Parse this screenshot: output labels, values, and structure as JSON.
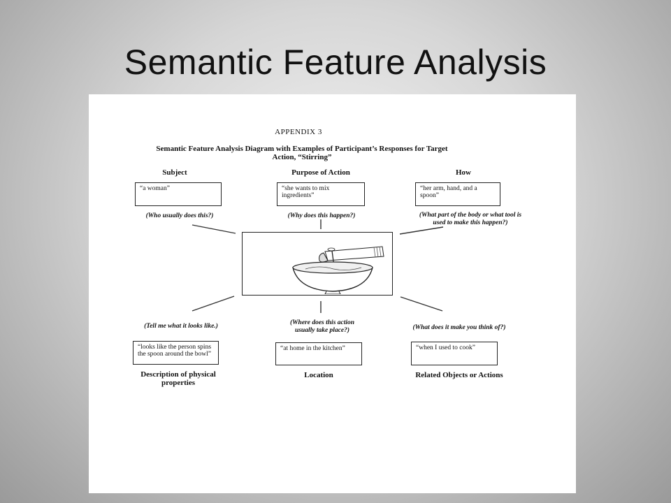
{
  "slide": {
    "title": "Semantic Feature Analysis"
  },
  "document": {
    "appendix": "APPENDIX 3",
    "heading_line1": "Semantic Feature Analysis Diagram with Examples of Participant’s Responses for Target",
    "heading_line2": "Action, “Stirring”"
  },
  "nodes": {
    "subject": {
      "label": "Subject",
      "response": "“a woman”",
      "question": "(Who usually does this?)"
    },
    "purpose": {
      "label": "Purpose of Action",
      "response": "“she wants to mix ingredients”",
      "question": "(Why does this happen?)"
    },
    "how": {
      "label": "How",
      "response": "“her arm, hand, and a spoon”",
      "question_line1": "(What part of the body or what tool is",
      "question_line2": "used to make this happen?)"
    },
    "description": {
      "question": "(Tell me what it looks like.)",
      "response": "“looks like the person spins the spoon around the bowl”",
      "label_line1": "Description of physical",
      "label_line2": "properties"
    },
    "location": {
      "question_line1": "(Where does this action",
      "question_line2": "usually take place?)",
      "response": "“at home in the kitchen”",
      "label": "Location"
    },
    "related": {
      "question": "(What does it make you think of?)",
      "response": "“when I used to cook”",
      "label": "Related Objects or Actions"
    }
  },
  "center_image": {
    "icon": "stirring-bowl-icon"
  }
}
